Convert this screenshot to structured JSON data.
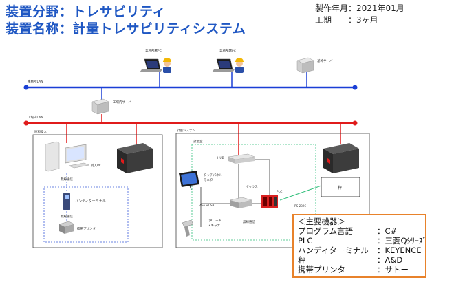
{
  "header": {
    "line1": "装置分野：トレサビリティ",
    "line2": "装置名称：計量トレサビリティシステム",
    "meta_year_label": "製作年月：2021年01月",
    "meta_period_label": "工期　　：3ヶ月"
  },
  "network": {
    "office_lan": "事務所LAN",
    "factory_lan": "工場内LAN",
    "pc1_label": "業務部署PC",
    "pc2_label": "業務部署PC",
    "office_server": "基幹サーバー",
    "factory_server": "工場内サーバー"
  },
  "receiving": {
    "group_label": "原料受入",
    "pc_label": "受入PC",
    "wireless_label1": "無線通信",
    "terminal_label": "ハンディターミナル",
    "wireless_label2": "無線通信",
    "printer_label": "携帯プリンタ"
  },
  "weighing": {
    "group_label": "計量システム",
    "inner_group_label": "計量室",
    "hub_label": "HUB",
    "touch_label1": "タッチパネル",
    "touch_label2": "モニタ",
    "box_label": "ボックス",
    "plc_label": "PLC",
    "rs_label": "RS-232C",
    "vga_label": "VGA +USB",
    "qr_label1": "QRコード",
    "qr_label2": "スキャナ",
    "wireless_label": "無線通信",
    "scale_label": "秤"
  },
  "spec": {
    "title": "＜主要機器＞",
    "rows": [
      {
        "key": "プログラム言語",
        "value": "：C#"
      },
      {
        "key": "PLC",
        "value": "：三菱Qｼﾘｰｽﾞ"
      },
      {
        "key": "ハンディターミナル",
        "value": "：KEYENCE"
      },
      {
        "key": "秤",
        "value": "：A&D"
      },
      {
        "key": "携帯プリンタ",
        "value": "：サトー"
      }
    ]
  },
  "colors": {
    "title": "#1f57c3",
    "office_lan": "#1a3fd6",
    "factory_lan": "#e01b1b",
    "highlight_box": "#e8822b",
    "inner_dash": "#2fbf7a",
    "wireless_dash": "#3a5bd9"
  }
}
